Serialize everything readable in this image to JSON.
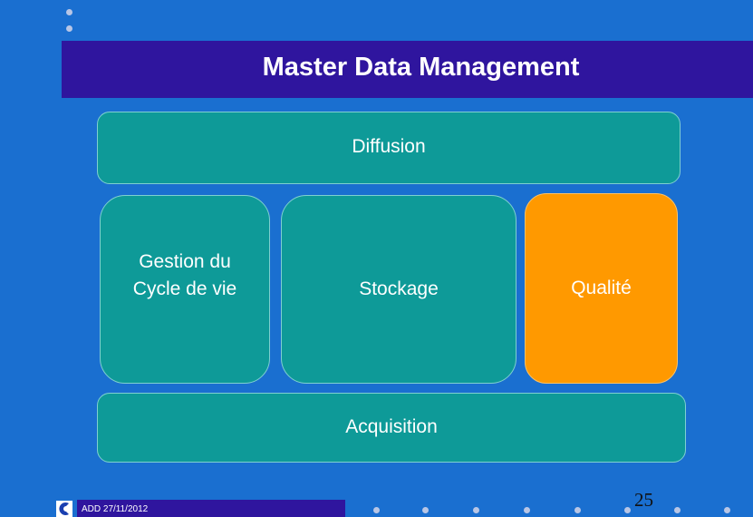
{
  "slide": {
    "title": "Master Data Management",
    "footer_text": "ADD 27/11/2012",
    "page_number": "25"
  },
  "diagram": {
    "top": "Diffusion",
    "middle": [
      {
        "label": "Gestion du\nCycle de vie"
      },
      {
        "label": "Stockage"
      },
      {
        "label": "Qualité"
      }
    ],
    "bottom": "Acquisition"
  },
  "colors": {
    "background": "#1a6fd0",
    "title_bar": "#2f159e",
    "box": "#0e9a98",
    "highlight_box": "#ff9900"
  }
}
